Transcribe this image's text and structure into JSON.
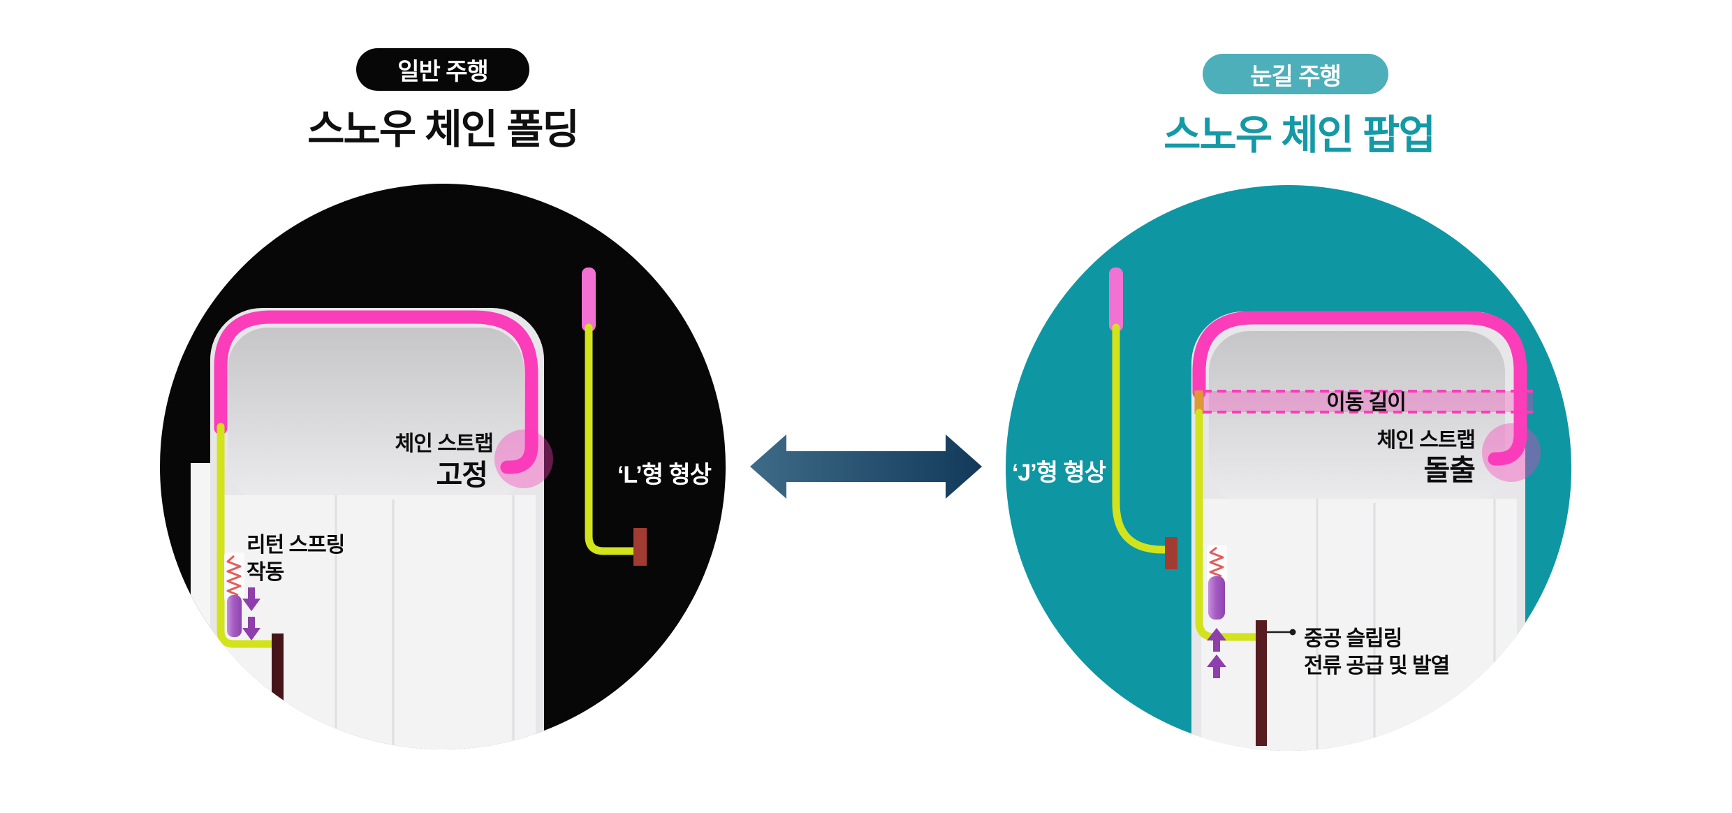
{
  "header_left": {
    "badge": "일반 주행",
    "title": "스노우 체인 폴딩"
  },
  "header_right": {
    "badge": "눈길 주행",
    "title": "스노우 체인 팝업"
  },
  "left": {
    "labels": {
      "chain_strap": "체인 스트랩",
      "fixed": "고정",
      "shape": "‘L’형 형상",
      "return_spring": "리턴 스프링",
      "action": "작동"
    }
  },
  "right": {
    "labels": {
      "travel": "이동 길이",
      "chain_strap": "체인 스트랩",
      "protrude": "돌출",
      "shape": "‘J’형 형상",
      "slip_ring": "중공 슬립링",
      "current": "전류 공급 및 발열"
    }
  },
  "theme": {
    "ink": "#070707",
    "teal": "#0E96A3",
    "teal_badge": "#4DAFB9",
    "teal_title": "#149AA6",
    "pink": "#FB3DBA",
    "pink_tip": "#F272D4",
    "yellow": "#D2E31B",
    "orange": "#DD9A33",
    "purple": "#8E3FAC",
    "spring_red": "#E25C5C",
    "maroon": "#451519",
    "maroon2": "#571C20",
    "brick": "#A23B31",
    "navy_a": "#3E6B87",
    "navy_b": "#12395A"
  }
}
